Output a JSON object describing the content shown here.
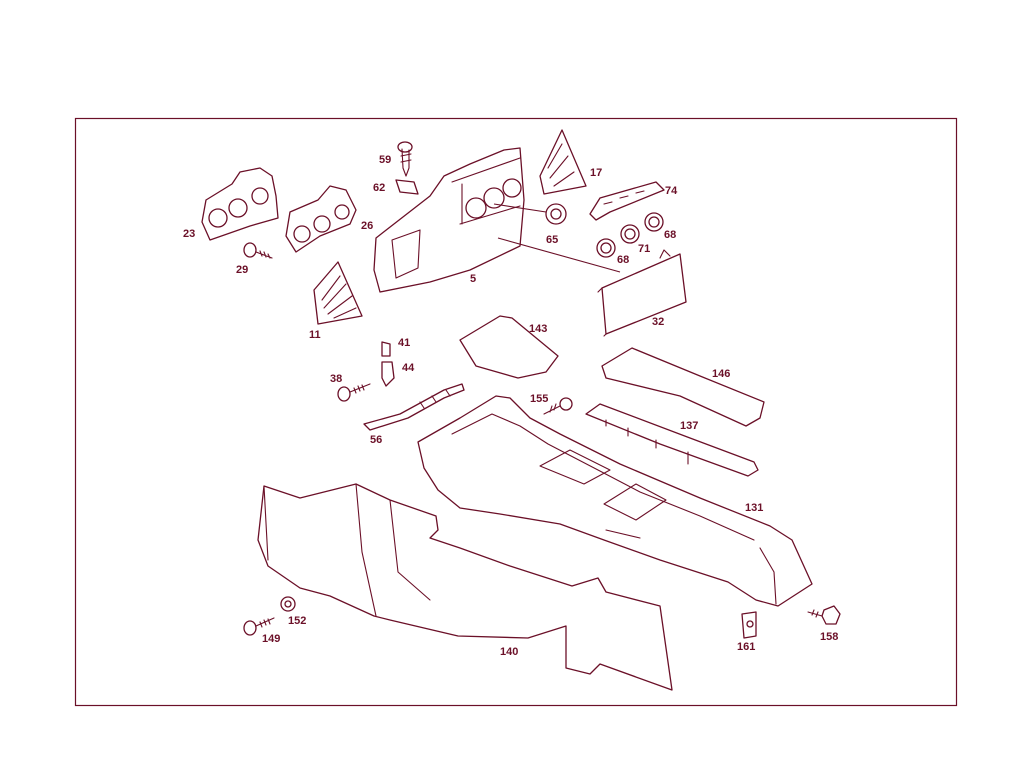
{
  "diagram": {
    "line_color": "#6b1028",
    "background": "#ffffff",
    "callouts": {
      "c23": "23",
      "c29": "29",
      "c26": "26",
      "c11": "11",
      "c59": "59",
      "c62": "62",
      "c5": "5",
      "c17": "17",
      "c65": "65",
      "c74": "74",
      "c68a": "68",
      "c71": "71",
      "c68b": "68",
      "c32": "32",
      "c143": "143",
      "c41": "41",
      "c44": "44",
      "c38": "38",
      "c56": "56",
      "c146": "146",
      "c155": "155",
      "c137": "137",
      "c131": "131",
      "c149": "149",
      "c152": "152",
      "c140": "140",
      "c161": "161",
      "c158": "158"
    }
  }
}
